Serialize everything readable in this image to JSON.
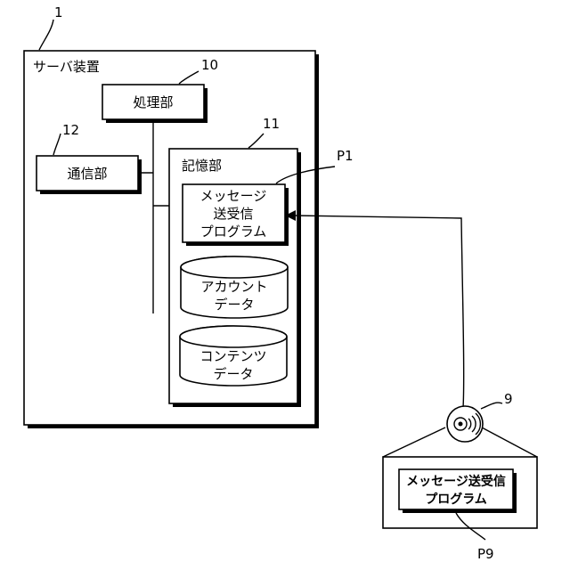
{
  "server": {
    "ref": "1",
    "label": "サーバ装置",
    "processing": {
      "ref": "10",
      "label": "処理部"
    },
    "communication": {
      "ref": "12",
      "label": "通信部"
    },
    "storage": {
      "ref": "11",
      "label": "記憶部",
      "program": {
        "ref": "P1",
        "lines": [
          "メッセージ",
          "送受信",
          "プログラム"
        ]
      },
      "account_data": {
        "lines": [
          "アカウント",
          "データ"
        ]
      },
      "content_data": {
        "lines": [
          "コンテンツ",
          "データ"
        ]
      }
    }
  },
  "terminal": {
    "ref": "9",
    "program": {
      "ref": "P9",
      "lines": [
        "メッセージ送受信",
        "プログラム"
      ]
    }
  }
}
